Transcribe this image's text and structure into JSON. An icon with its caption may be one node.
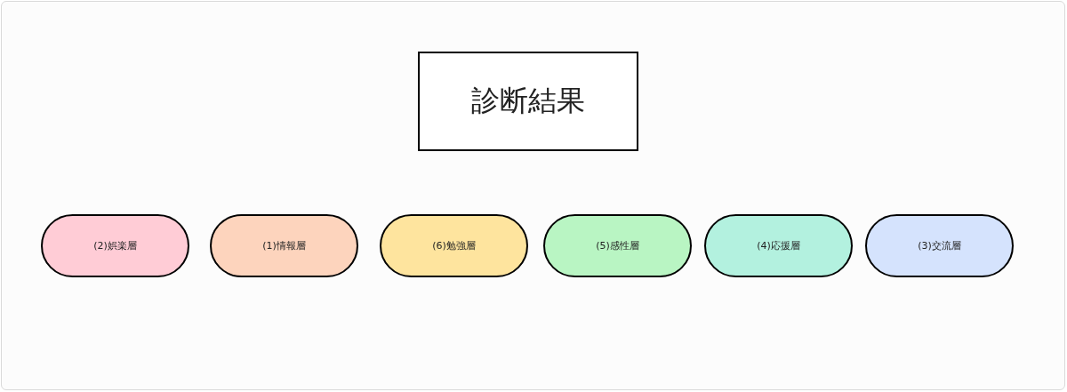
{
  "diagram": {
    "nodes": [
      {
        "text": [
          "診断結果"
        ]
      },
      {
        "text": [
          "(2)娯楽層"
        ]
      },
      {
        "text": [
          "(1)情報層"
        ]
      },
      {
        "text": [
          "(6)勉強層"
        ]
      },
      {
        "text": [
          "(5)感性層"
        ]
      },
      {
        "text": [
          "(4)応援層"
        ]
      },
      {
        "text": [
          "(3)交流層"
        ]
      }
    ],
    "edges": []
  }
}
